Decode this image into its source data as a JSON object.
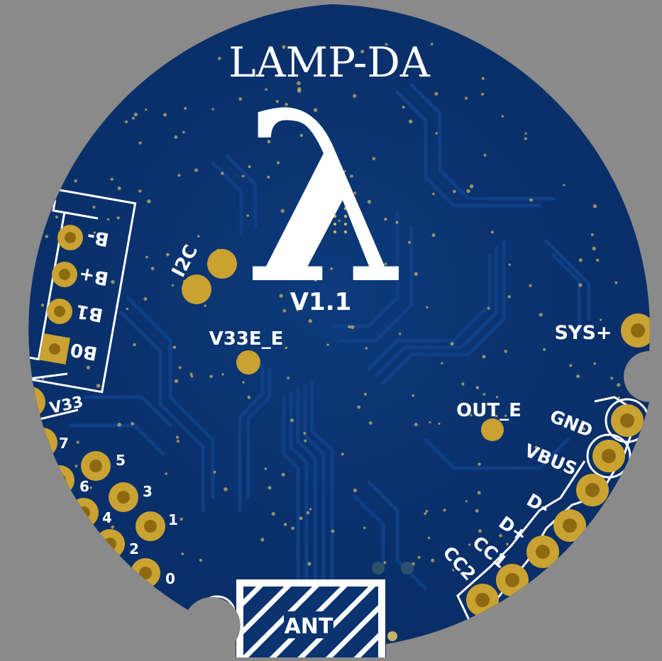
{
  "board": {
    "title": "LAMP-DA",
    "logo_glyph": "λ",
    "version": "V1.1",
    "colors": {
      "background": "#8a8a8a",
      "soldermask": "#0a3370",
      "trace": "#0f3f86",
      "pad_gold": "#c9a232",
      "pad_hole": "#8d6a12",
      "silkscreen": "#ffffff",
      "via": "#c9b262"
    }
  },
  "labels": {
    "i2c": "I2C",
    "v33e_e": "V33E_E",
    "out_e": "OUT_E",
    "sys_plus": "SYS+",
    "gnd": "GND",
    "vbus": "VBUS",
    "d_minus": "D-",
    "d_plus": "D+",
    "cc1": "CC1",
    "cc2": "CC2",
    "ant": "ANT",
    "v33": "V33",
    "battery": [
      "B-",
      "B+",
      "B1",
      "B0"
    ],
    "gpio": [
      "7",
      "5",
      "6",
      "3",
      "4",
      "1",
      "2",
      "0"
    ]
  }
}
